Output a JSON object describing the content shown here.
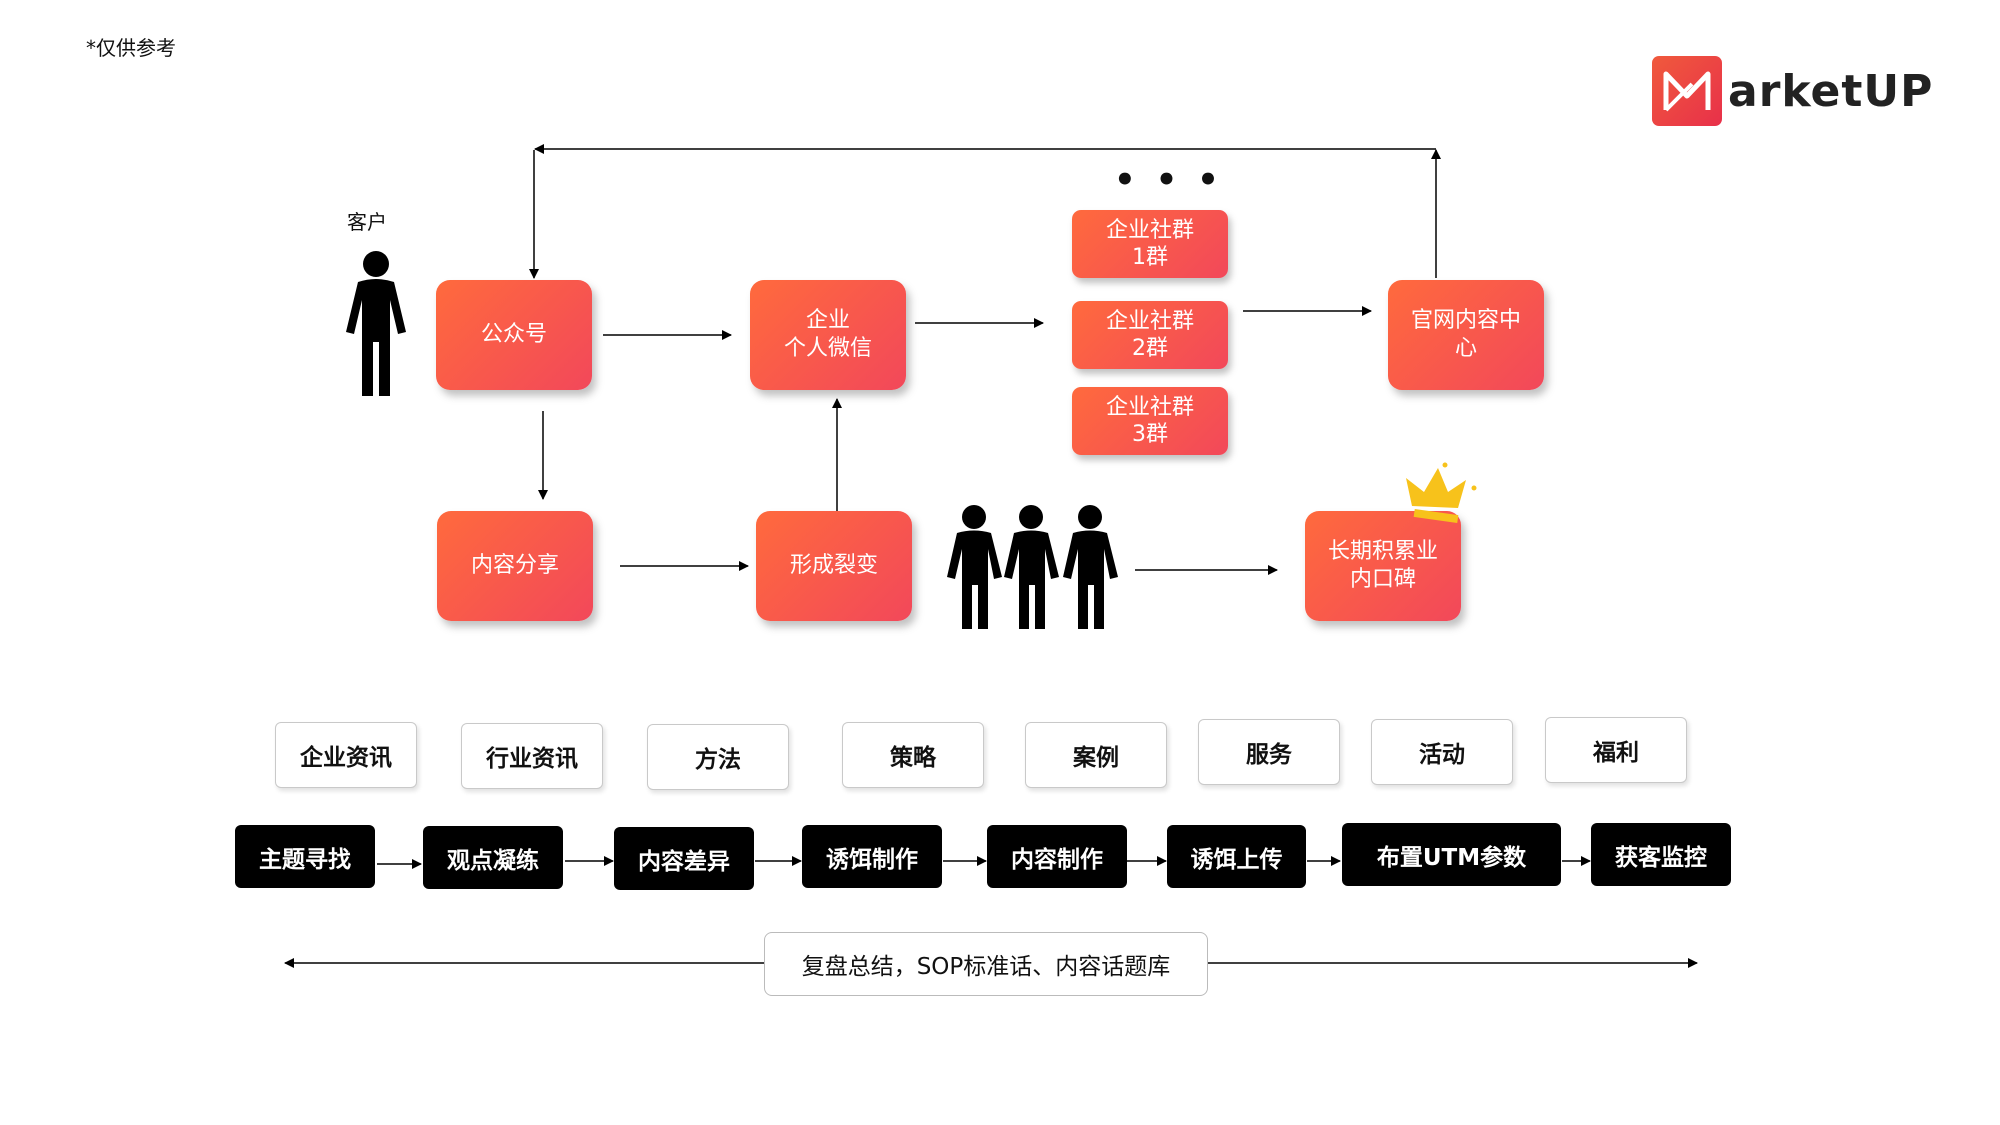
{
  "note": "*仅供参考",
  "logo": {
    "text": "arketUP"
  },
  "customer_label": "客户",
  "ellipsis": "• • •",
  "flow_boxes": {
    "gongzhonghao": "公众号",
    "wechat": [
      "企业",
      "个人微信"
    ],
    "group1": [
      "企业社群",
      "1群"
    ],
    "group2": [
      "企业社群",
      "2群"
    ],
    "group3": [
      "企业社群",
      "3群"
    ],
    "website": [
      "官网内容中",
      "心"
    ],
    "content_share": "内容分享",
    "fission": "形成裂变",
    "reputation": [
      "长期积累业",
      "内口碑"
    ]
  },
  "categories": [
    "企业资讯",
    "行业资讯",
    "方法",
    "策略",
    "案例",
    "服务",
    "活动",
    "福利"
  ],
  "process_steps": [
    "主题寻找",
    "观点凝练",
    "内容差异",
    "诱饵制作",
    "内容制作",
    "诱饵上传",
    "布置UTM参数",
    "获客监控"
  ],
  "summary": "复盘总结，SOP标准话、内容话题库",
  "colors": {
    "box_gradient_start": "#ff6a3d",
    "box_gradient_end": "#f2485a",
    "crown": "#f7c21b"
  }
}
